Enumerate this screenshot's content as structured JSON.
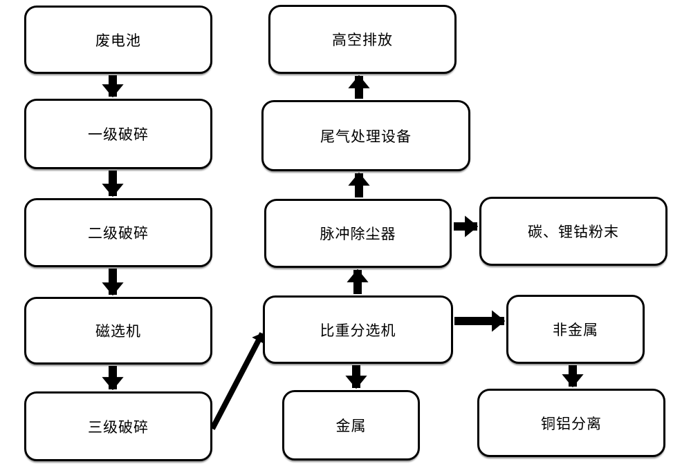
{
  "diagram": {
    "background_color": "#ffffff",
    "line_color": "#000000",
    "text_color": "#000000"
  },
  "nodes": {
    "waste_battery": {
      "label": "废电池"
    },
    "primary_crushing": {
      "label": "一级破碎"
    },
    "secondary_crushing": {
      "label": "二级破碎"
    },
    "magnetic_separator": {
      "label": "磁选机"
    },
    "tertiary_crushing": {
      "label": "三级破碎"
    },
    "high_altitude_discharge": {
      "label": "高空排放"
    },
    "exhaust_gas_treatment": {
      "label": "尾气处理设备"
    },
    "pulse_dust_collector": {
      "label": "脉冲除尘器"
    },
    "gravity_separator": {
      "label": "比重分选机"
    },
    "metal": {
      "label": "金属"
    },
    "carbon_lithium_cobalt_powder": {
      "label": "碳、锂钴粉末"
    },
    "non_metal": {
      "label": "非金属"
    },
    "copper_aluminum_separation": {
      "label": "铜铝分离"
    }
  },
  "edges": [
    {
      "from": "废电池",
      "to": "一级破碎",
      "direction": "down"
    },
    {
      "from": "一级破碎",
      "to": "二级破碎",
      "direction": "down"
    },
    {
      "from": "二级破碎",
      "to": "磁选机",
      "direction": "down"
    },
    {
      "from": "磁选机",
      "to": "三级破碎",
      "direction": "down"
    },
    {
      "from": "三级破碎",
      "to": "比重分选机",
      "direction": "diagonal-up-right"
    },
    {
      "from": "比重分选机",
      "to": "脉冲除尘器",
      "direction": "up"
    },
    {
      "from": "比重分选机",
      "to": "金属",
      "direction": "down"
    },
    {
      "from": "比重分选机",
      "to": "非金属",
      "direction": "right"
    },
    {
      "from": "脉冲除尘器",
      "to": "尾气处理设备",
      "direction": "up"
    },
    {
      "from": "脉冲除尘器",
      "to": "碳、锂钴粉末",
      "direction": "right"
    },
    {
      "from": "尾气处理设备",
      "to": "高空排放",
      "direction": "up"
    },
    {
      "from": "非金属",
      "to": "铜铝分离",
      "direction": "down"
    }
  ]
}
